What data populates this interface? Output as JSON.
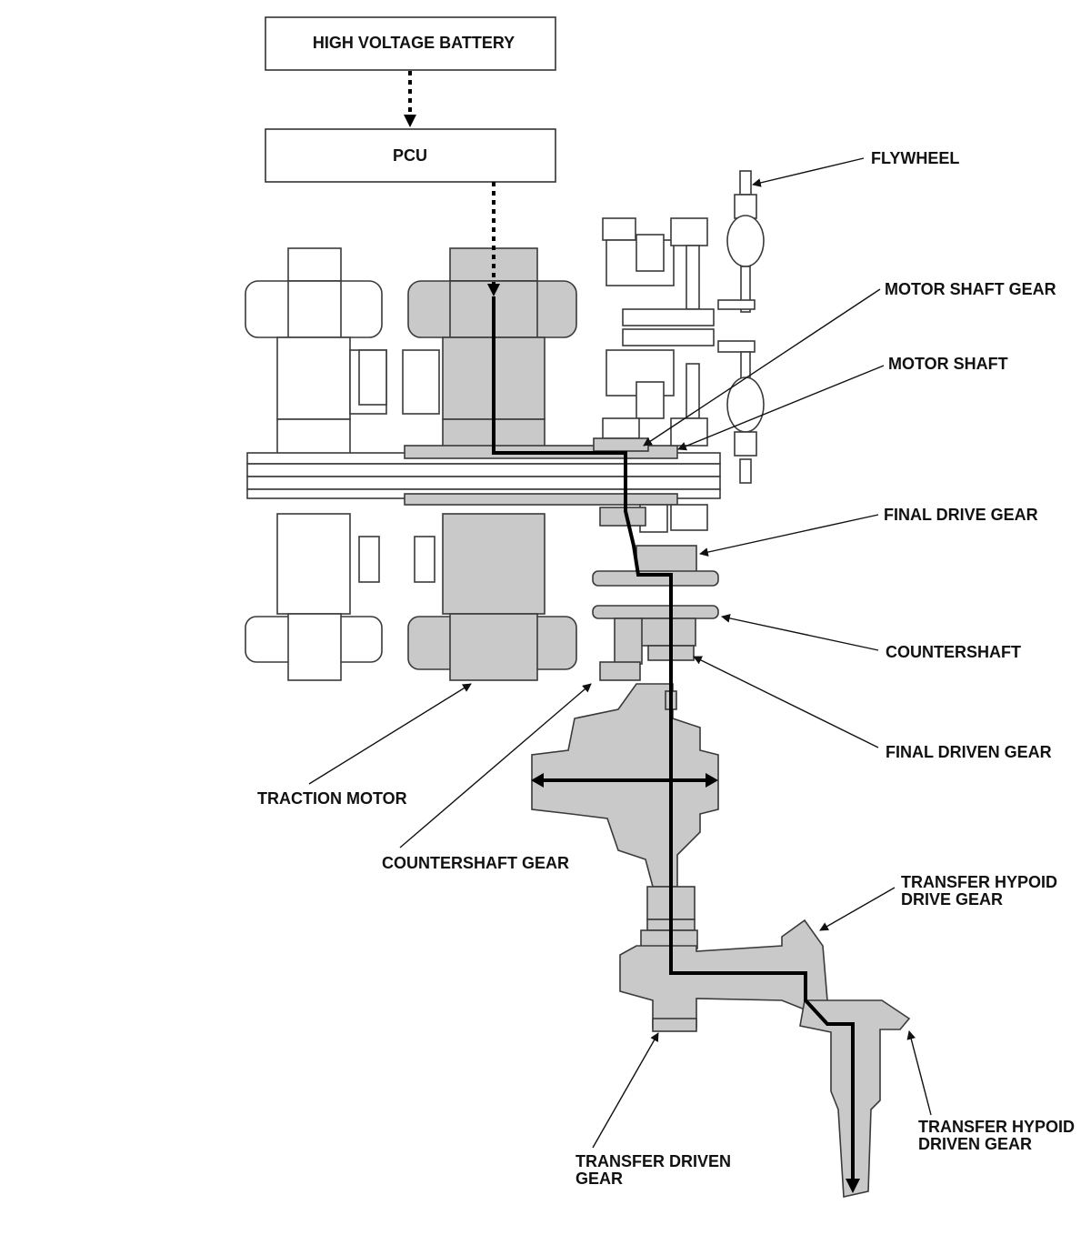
{
  "boxes": {
    "battery": "HIGH VOLTAGE BATTERY",
    "pcu": "PCU"
  },
  "labels": {
    "flywheel": "FLYWHEEL",
    "motor_shaft_gear": "MOTOR SHAFT GEAR",
    "motor_shaft": "MOTOR SHAFT",
    "final_drive_gear": "FINAL DRIVE GEAR",
    "countershaft": "COUNTERSHAFT",
    "final_driven_gear": "FINAL DRIVEN GEAR",
    "traction_motor": "TRACTION MOTOR",
    "countershaft_gear": "COUNTERSHAFT GEAR",
    "transfer_hypoid_drive_gear": [
      "TRANSFER HYPOID",
      "DRIVE GEAR"
    ],
    "transfer_driven_gear": [
      "TRANSFER DRIVEN",
      "GEAR"
    ],
    "transfer_hypoid_driven_gear": [
      "TRANSFER HYPOID",
      "DRIVEN GEAR"
    ]
  },
  "colors": {
    "shaded_part": "#c9c9c9",
    "outline": "#3a3a3a",
    "power_flow": "#000000"
  }
}
